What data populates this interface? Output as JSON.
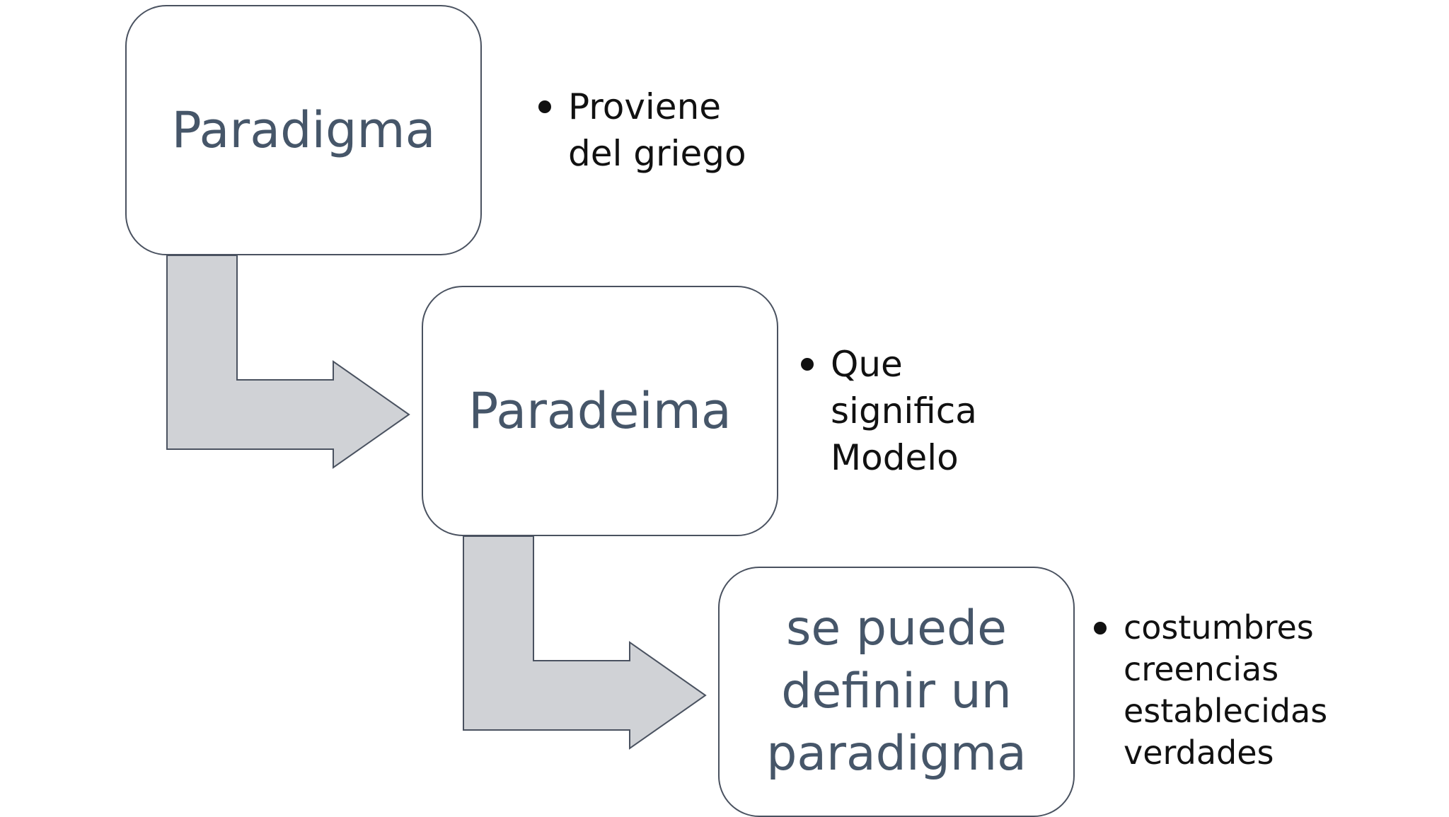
{
  "steps": [
    {
      "label": "Paradigma",
      "notes": [
        "Proviene\ndel griego"
      ]
    },
    {
      "label": "Paradeima",
      "notes": [
        "Que\nsignifica\nModelo"
      ]
    },
    {
      "label": "se puede\ndefinir un\nparadigma",
      "notes": [
        "costumbres\ncreencias\nestablecidas\nverdades"
      ]
    }
  ],
  "colors": {
    "box_text": "#465669",
    "box_border": "#4a5260",
    "arrow_fill": "#d0d2d6",
    "arrow_stroke": "#4a5260",
    "bullet_text": "#111111"
  }
}
